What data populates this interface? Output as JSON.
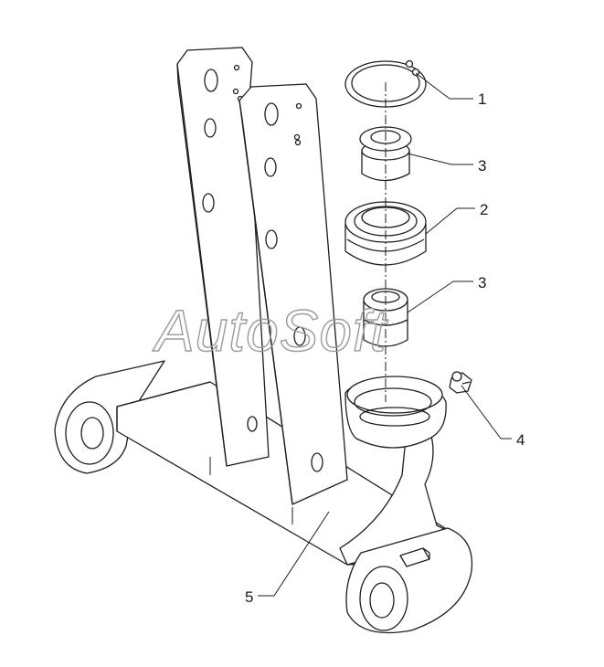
{
  "watermark": {
    "text": "AutoSoft"
  },
  "callouts": [
    {
      "id": "1"
    },
    {
      "id": "3"
    },
    {
      "id": "2"
    },
    {
      "id": "3"
    },
    {
      "id": "4"
    },
    {
      "id": "5"
    }
  ]
}
